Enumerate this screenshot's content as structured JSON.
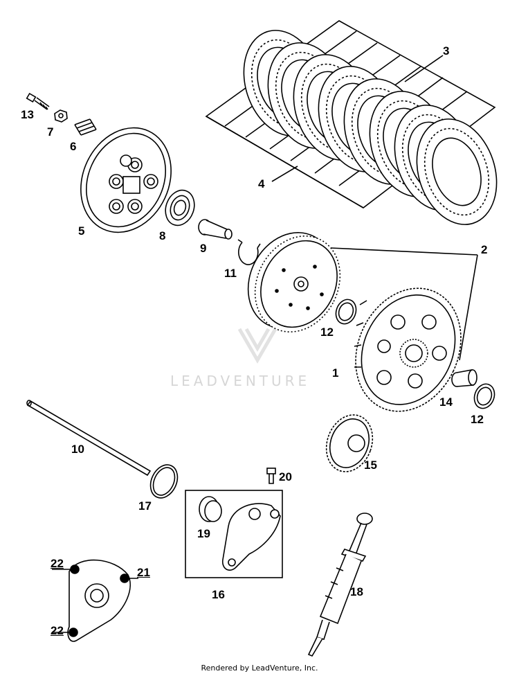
{
  "diagram": {
    "callouts": {
      "c1": "1",
      "c2": "2",
      "c3": "3",
      "c4": "4",
      "c5": "5",
      "c6": "6",
      "c7": "7",
      "c8": "8",
      "c9": "9",
      "c10": "10",
      "c11": "11",
      "c12a": "12",
      "c12b": "12",
      "c13": "13",
      "c14": "14",
      "c15": "15",
      "c16": "16",
      "c17": "17",
      "c18": "18",
      "c19": "19",
      "c20": "20",
      "c21": "21",
      "c22a": "22",
      "c22b": "22"
    },
    "watermark": "LEADVENTURE",
    "footer": "Rendered by LeadVenture, Inc."
  }
}
